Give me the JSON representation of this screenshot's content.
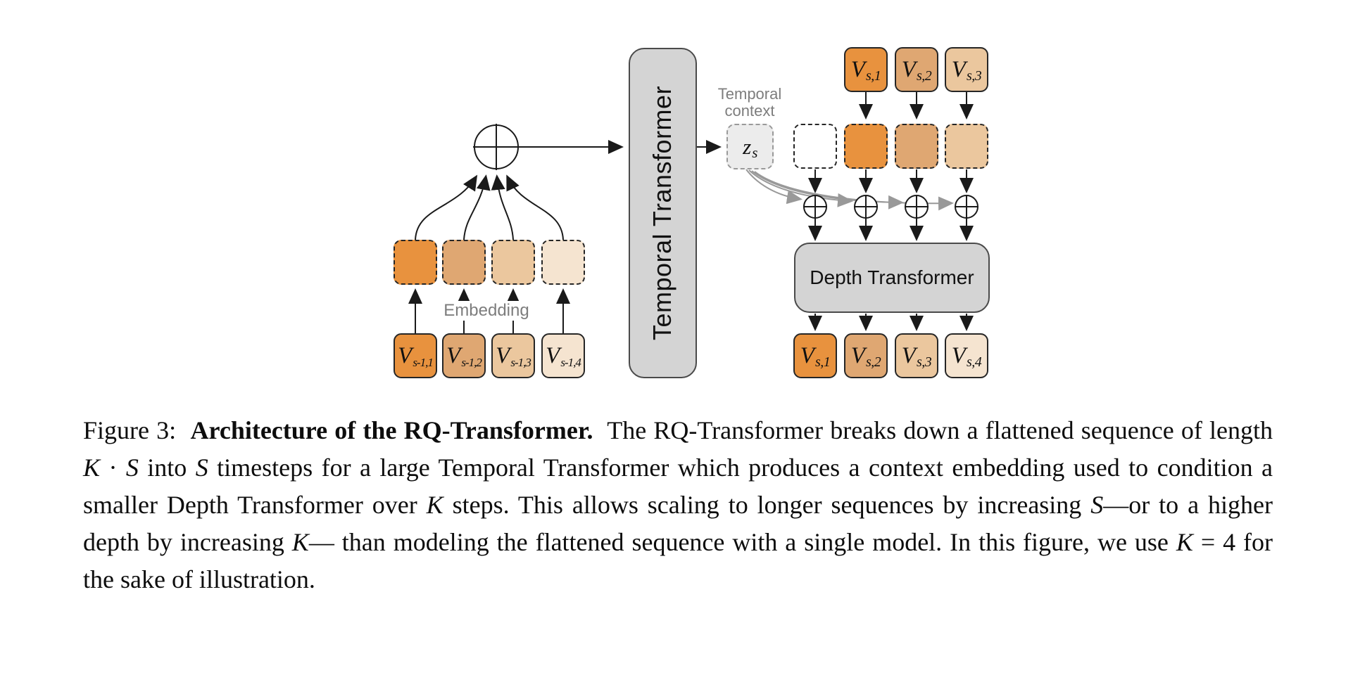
{
  "figure": {
    "colors": {
      "level1": "#E8923E",
      "level2": "#DFA772",
      "level3": "#EBC79E",
      "level4": "#F5E4D0",
      "transformer_fill": "#D4D4D4",
      "context_fill": "#ECECEC"
    },
    "embedding_label": "Embedding",
    "temporal_transformer_label": "Temporal Transformer",
    "depth_transformer_label": "Depth Transformer",
    "temporal_context_line1": "Temporal",
    "temporal_context_line2": "context",
    "z_token": {
      "base": "z",
      "sub": "s"
    },
    "left_input_tokens": [
      {
        "base": "V",
        "sub": "s-1,1"
      },
      {
        "base": "V",
        "sub": "s-1,2"
      },
      {
        "base": "V",
        "sub": "s-1,3"
      },
      {
        "base": "V",
        "sub": "s-1,4"
      }
    ],
    "right_top_tokens": [
      {
        "base": "V",
        "sub": "s,1"
      },
      {
        "base": "V",
        "sub": "s,2"
      },
      {
        "base": "V",
        "sub": "s,3"
      }
    ],
    "right_output_tokens": [
      {
        "base": "V",
        "sub": "s,1"
      },
      {
        "base": "V",
        "sub": "s,2"
      },
      {
        "base": "V",
        "sub": "s,3"
      },
      {
        "base": "V",
        "sub": "s,4"
      }
    ]
  },
  "caption": {
    "segments": [
      {
        "text": "Figure 3:  ",
        "style": "normal"
      },
      {
        "text": "Architecture of the RQ-Transformer.",
        "style": "bold"
      },
      {
        "text": "  The RQ-Transformer breaks down a flattened sequence of length ",
        "style": "normal"
      },
      {
        "text": "K",
        "style": "italic"
      },
      {
        "text": " · ",
        "style": "normal"
      },
      {
        "text": "S",
        "style": "italic"
      },
      {
        "text": " into ",
        "style": "normal"
      },
      {
        "text": "S",
        "style": "italic"
      },
      {
        "text": " timesteps for a large Temporal Transformer which produces a context embedding used to condition a smaller Depth Transformer over ",
        "style": "normal"
      },
      {
        "text": "K",
        "style": "italic"
      },
      {
        "text": " steps. This allows scaling to longer sequences by increasing ",
        "style": "normal"
      },
      {
        "text": "S",
        "style": "italic"
      },
      {
        "text": "—or to a higher depth by increasing ",
        "style": "normal"
      },
      {
        "text": "K",
        "style": "italic"
      },
      {
        "text": "— than modeling the flattened sequence with a single model. In this figure, we use ",
        "style": "normal"
      },
      {
        "text": "K",
        "style": "italic"
      },
      {
        "text": " = 4 for the sake of illustration.",
        "style": "normal"
      }
    ]
  }
}
